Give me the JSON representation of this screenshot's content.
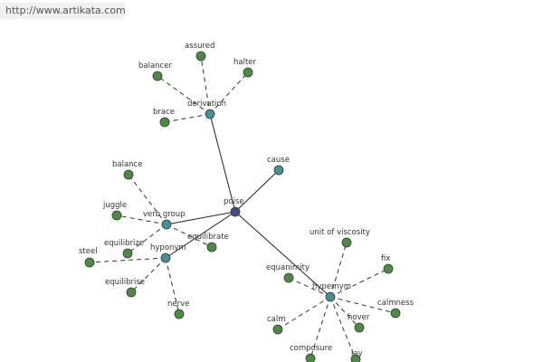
{
  "watermark": "http://www.artikata.com",
  "colors": {
    "center": "#3f4d8f",
    "relation": "#4a8f93",
    "leaf": "#4e8a45",
    "node_stroke": "#2f3f2f",
    "solid_edge": "#222222",
    "dashed_edge": "#333333"
  },
  "graph": {
    "center": {
      "id": "poise",
      "label": "poise"
    },
    "relations": [
      {
        "id": "derivation",
        "label": "derivation"
      },
      {
        "id": "cause",
        "label": "cause"
      },
      {
        "id": "verb-group",
        "label": "verb group"
      },
      {
        "id": "hyponym",
        "label": "hyponym"
      },
      {
        "id": "hypernym",
        "label": "hypernym"
      }
    ],
    "leaves": [
      {
        "id": "assured",
        "label": "assured",
        "relation": "derivation"
      },
      {
        "id": "halter",
        "label": "halter",
        "relation": "derivation"
      },
      {
        "id": "balancer",
        "label": "balancer",
        "relation": "derivation"
      },
      {
        "id": "brace",
        "label": "brace",
        "relation": "derivation"
      },
      {
        "id": "balance",
        "label": "balance",
        "relation": "verb-group"
      },
      {
        "id": "juggle",
        "label": "juggle",
        "relation": "verb-group"
      },
      {
        "id": "equilibrize",
        "label": "equilibrize",
        "relation": "verb-group"
      },
      {
        "id": "equilibrate",
        "label": "equilibrate",
        "relation": "verb-group"
      },
      {
        "id": "steel",
        "label": "steel",
        "relation": "hyponym"
      },
      {
        "id": "equilibrise",
        "label": "equilibrise",
        "relation": "hyponym"
      },
      {
        "id": "nerve",
        "label": "nerve",
        "relation": "hyponym"
      },
      {
        "id": "unit-of-viscosity",
        "label": "unit of viscosity",
        "relation": "hypernym"
      },
      {
        "id": "fix",
        "label": "fix",
        "relation": "hypernym"
      },
      {
        "id": "equanimity",
        "label": "equanimity",
        "relation": "hypernym"
      },
      {
        "id": "calmness",
        "label": "calmness",
        "relation": "hypernym"
      },
      {
        "id": "calm",
        "label": "calm",
        "relation": "hypernym"
      },
      {
        "id": "hover",
        "label": "hover",
        "relation": "hypernym"
      },
      {
        "id": "composure",
        "label": "composure",
        "relation": "hypernym"
      },
      {
        "id": "lay",
        "label": "lay",
        "relation": "hypernym"
      }
    ]
  }
}
